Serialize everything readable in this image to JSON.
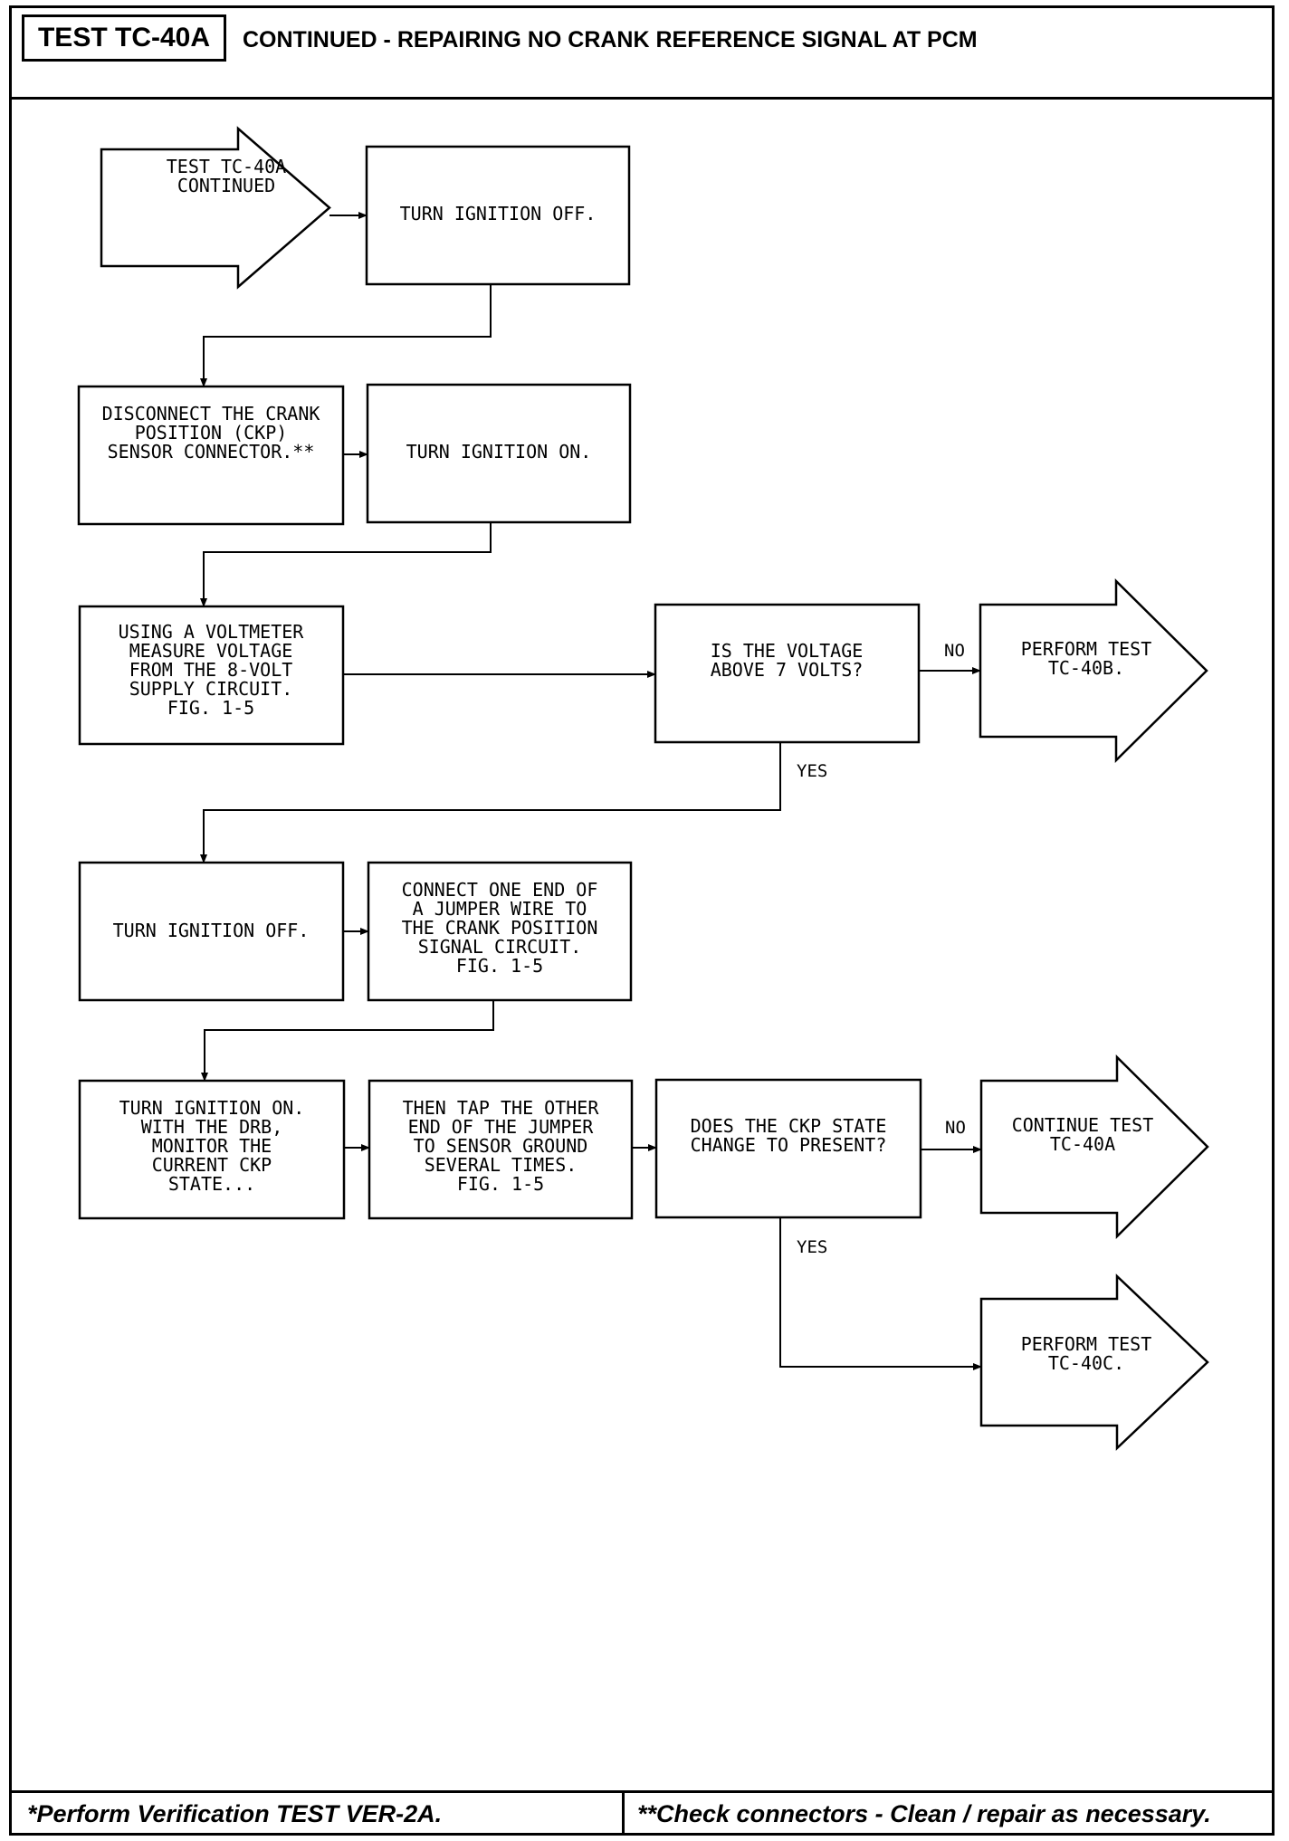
{
  "header": {
    "test_id": "TEST TC-40A",
    "title": "CONTINUED - REPAIRING NO CRANK REFERENCE SIGNAL AT PCM"
  },
  "flowchart": {
    "nodes": [
      {
        "id": "start",
        "shape": "arrow",
        "lines": [
          "TEST TC-40A",
          "CONTINUED"
        ]
      },
      {
        "id": "step1",
        "shape": "box",
        "lines": [
          "TURN IGNITION OFF."
        ]
      },
      {
        "id": "step2",
        "shape": "box",
        "lines": [
          "DISCONNECT THE CRANK",
          "POSITION (CKP)",
          "SENSOR CONNECTOR.**"
        ]
      },
      {
        "id": "step3",
        "shape": "box",
        "lines": [
          "TURN IGNITION ON."
        ]
      },
      {
        "id": "step4",
        "shape": "box",
        "lines": [
          "USING A VOLTMETER",
          "MEASURE VOLTAGE",
          "FROM THE 8-VOLT",
          "SUPPLY CIRCUIT.",
          "FIG. 1-5"
        ]
      },
      {
        "id": "decision1",
        "shape": "box",
        "lines": [
          "IS THE VOLTAGE",
          "ABOVE 7 VOLTS?"
        ]
      },
      {
        "id": "result1",
        "shape": "arrow",
        "lines": [
          "PERFORM TEST",
          "TC-40B."
        ]
      },
      {
        "id": "step5",
        "shape": "box",
        "lines": [
          "TURN IGNITION OFF."
        ]
      },
      {
        "id": "step6",
        "shape": "box",
        "lines": [
          "CONNECT ONE END OF",
          "A JUMPER WIRE TO",
          "THE CRANK POSITION",
          "SIGNAL CIRCUIT.",
          "FIG. 1-5"
        ]
      },
      {
        "id": "step7",
        "shape": "box",
        "lines": [
          "TURN IGNITION ON.",
          "WITH THE DRB,",
          "MONITOR THE",
          "CURRENT CKP",
          "STATE..."
        ]
      },
      {
        "id": "step8",
        "shape": "box",
        "lines": [
          "THEN TAP THE OTHER",
          "END OF THE JUMPER",
          "TO SENSOR GROUND",
          "SEVERAL TIMES.",
          "FIG. 1-5"
        ]
      },
      {
        "id": "decision2",
        "shape": "box",
        "lines": [
          "DOES THE CKP STATE",
          "CHANGE TO PRESENT?"
        ]
      },
      {
        "id": "result2",
        "shape": "arrow",
        "lines": [
          "CONTINUE TEST",
          "TC-40A"
        ]
      },
      {
        "id": "result3",
        "shape": "arrow",
        "lines": [
          "PERFORM TEST",
          "TC-40C."
        ]
      }
    ],
    "edges": [
      {
        "from": "start",
        "to": "step1",
        "label": ""
      },
      {
        "from": "step1",
        "to": "step2",
        "label": ""
      },
      {
        "from": "step2",
        "to": "step3",
        "label": ""
      },
      {
        "from": "step3",
        "to": "step4",
        "label": ""
      },
      {
        "from": "step4",
        "to": "decision1",
        "label": ""
      },
      {
        "from": "decision1",
        "to": "result1",
        "label": "NO"
      },
      {
        "from": "decision1",
        "to": "step5",
        "label": "YES"
      },
      {
        "from": "step5",
        "to": "step6",
        "label": ""
      },
      {
        "from": "step6",
        "to": "step7",
        "label": ""
      },
      {
        "from": "step7",
        "to": "step8",
        "label": ""
      },
      {
        "from": "step8",
        "to": "decision2",
        "label": ""
      },
      {
        "from": "decision2",
        "to": "result2",
        "label": "NO"
      },
      {
        "from": "decision2",
        "to": "result3",
        "label": "YES"
      }
    ]
  },
  "footer": {
    "left": "*Perform Verification TEST VER-2A.",
    "right": "**Check connectors - Clean / repair as necessary."
  }
}
